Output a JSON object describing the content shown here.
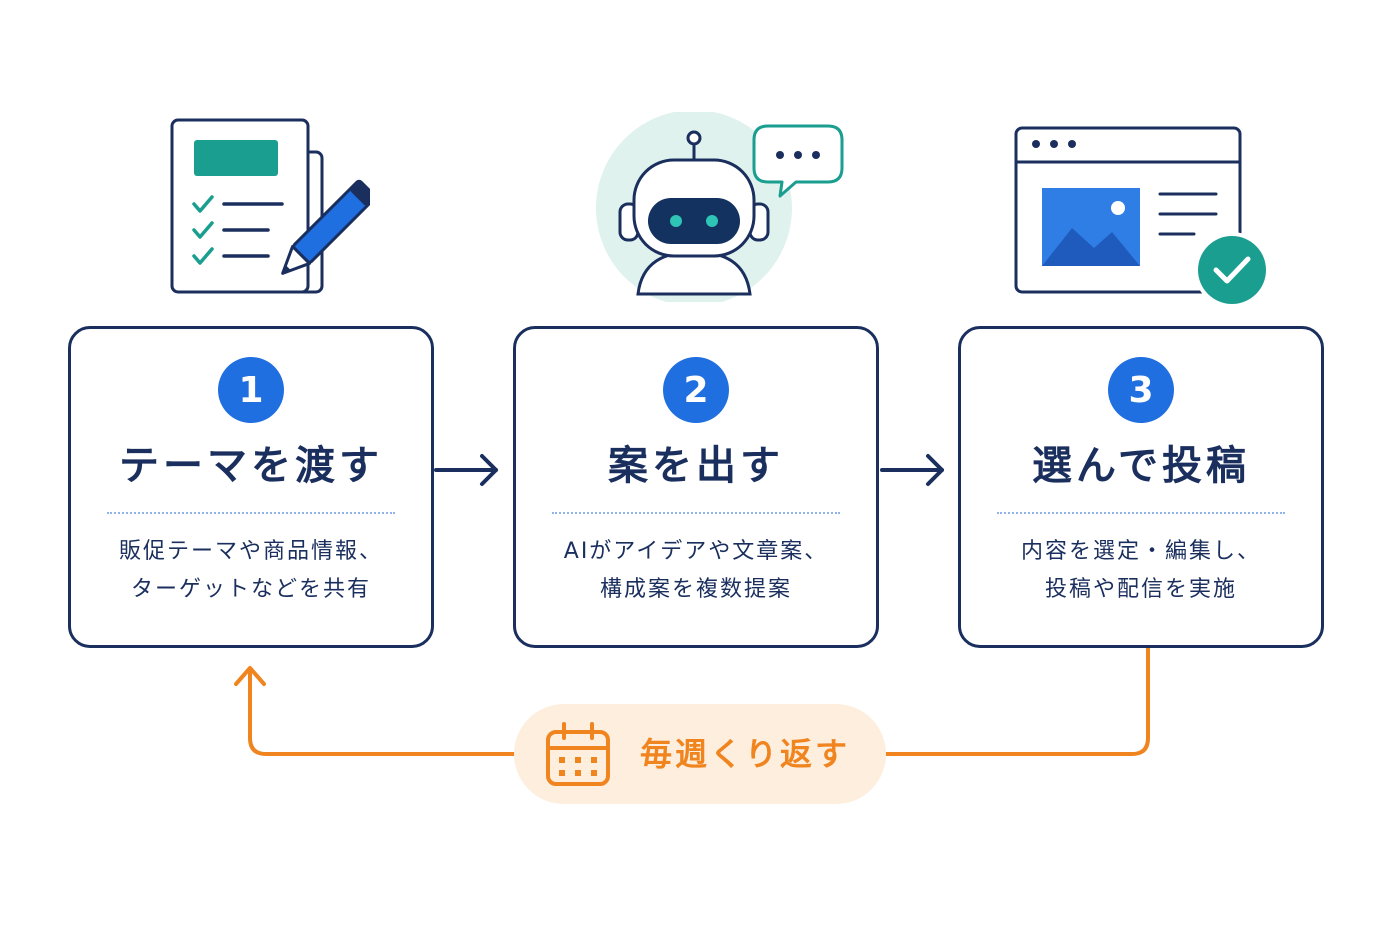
{
  "steps": [
    {
      "number": "1",
      "title": "テーマを渡す",
      "desc_lines": [
        "販促テーマや商品情報、",
        "ターゲットなどを共有"
      ],
      "icon": "document-checklist-icon"
    },
    {
      "number": "2",
      "title": "案を出す",
      "desc_lines": [
        "AIがアイデアや文章案、",
        "構成案を複数提案"
      ],
      "icon": "ai-robot-icon"
    },
    {
      "number": "3",
      "title": "選んで投稿",
      "desc_lines": [
        "内容を選定・編集し、",
        "投稿や配信を実施"
      ],
      "icon": "webpage-published-icon"
    }
  ],
  "loop": {
    "label": "毎週くり返す",
    "icon": "calendar-icon"
  },
  "colors": {
    "navy": "#1b2f5e",
    "blue": "#1f6fe0",
    "teal": "#1a9e8f",
    "orange": "#f0841f",
    "orange_bg": "#fdeedd",
    "robot_bg": "#dff2ee"
  }
}
